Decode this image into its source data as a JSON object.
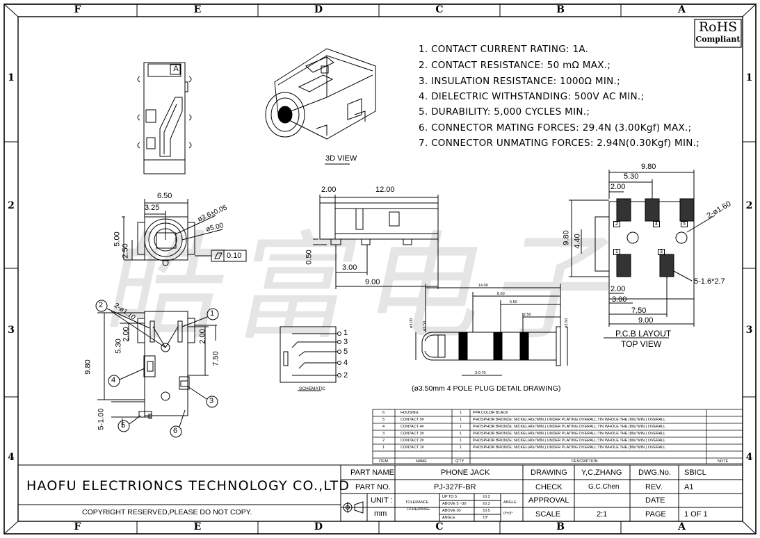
{
  "zones_top": [
    "F",
    "E",
    "D",
    "C",
    "B",
    "A"
  ],
  "zones_bottom": [
    "F",
    "E",
    "D",
    "C",
    "B",
    "A"
  ],
  "rows": [
    "1",
    "2",
    "3",
    "4"
  ],
  "rohs": {
    "line1": "RoHS",
    "line2": "Compliant"
  },
  "watermark": "皓富电子",
  "notes": [
    "1. CONTACT CURRENT RATING: 1A.",
    "2. CONTACT RESISTANCE: 50 mΩ MAX.;",
    "3. INSULATION RESISTANCE: 1000Ω MIN.;",
    "4. DIELECTRIC WITHSTANDING: 500V AC MIN.;",
    "5. DURABILITY: 5,000 CYCLES MIN.;",
    "6. CONNECTOR MATING FORCES: 29.4N (3.00Kgf) MAX.;",
    "7. CONNECTOR UNMATING FORCES: 2.94N(0.30Kgf) MIN.;"
  ],
  "views": {
    "view_3d": "3D VIEW",
    "schematic": "SCHEMATIC",
    "pcb_title": "P.C.B LAYOUT",
    "pcb_sub": "TOP VIEW",
    "plug_caption": "(ø3.50mm 4 POLE PLUG DETAIL DRAWING)",
    "a_marker": "A"
  },
  "dims": {
    "front_650": "6.50",
    "front_325": "3.25",
    "front_d36": "ø3.6±0.05",
    "front_d5": "ø5.00",
    "front_500": "5.00",
    "front_250": "2.50",
    "flatness": "0.10",
    "side_200": "2.00",
    "side_1200": "12.00",
    "side_050": "0.50",
    "side_300": "3.00",
    "side_900": "9.00",
    "bot_hole": "2-ø1.10",
    "bot_530": "5.30",
    "bot_200": "2.00",
    "bot_980": "9.80",
    "bot_750": "7.50",
    "bot_200b": "2.00",
    "bot_5_100": "5-1.00",
    "plug_1400": "14.00",
    "plug_850": "8.50",
    "plug_550": "5.50",
    "plug_250": "2.50",
    "plug_d30": "ø3.00",
    "plug_d250": "ø2.50",
    "plug_d350": "ø3.50",
    "plug_3_070": "3-0.70",
    "pcb_980": "9.80",
    "pcb_530": "5.30",
    "pcb_200": "2.00",
    "pcb_hole": "2-ø1.60",
    "pcb_980v": "9.80",
    "pcb_440": "4.40",
    "pcb_slot": "5-1.6*2.7",
    "pcb_200b": "2.00",
    "pcb_300": "3.00",
    "pcb_750": "7.50",
    "pcb_900": "9.00",
    "pad_nums": [
      "2",
      "4",
      "5",
      "1",
      "3"
    ],
    "schematic_pins": [
      "1",
      "3",
      "5",
      "4",
      "2"
    ],
    "balloons": [
      "2",
      "1",
      "4",
      "3",
      "5",
      "6"
    ]
  },
  "bom": {
    "rows": [
      [
        "6",
        "HOUSING",
        "1",
        "PPA  COLOR  BLACK"
      ],
      [
        "5",
        "CONTACT 5#",
        "1",
        "PHOSPHOR BRONZE;  NICKEL(40u\"MIN.)  UNDER  PLATING OVERALL;TIN  WHOLE  THE  (80u\"MIN.)  OVERALL"
      ],
      [
        "4",
        "CONTACT 4#",
        "1",
        "PHOSPHOR BRONZE;  NICKEL(40u\"MIN.)  UNDER  PLATING OVERALL;TIN  WHOLE  THE  (80u\"MIN.)  OVERALL"
      ],
      [
        "3",
        "CONTACT 3#",
        "1",
        "PHOSPHOR BRONZE;  NICKEL(40u\"MIN.)  UNDER  PLATING OVERALL;TIN  WHOLE  THE  (80u\"MIN.)  OVERALL"
      ],
      [
        "2",
        "CONTACT 2#",
        "1",
        "PHOSPHOR BRONZE;  NICKEL(40u\"MIN.)  UNDER  PLATING OVERALL;TIN  WHOLE  THE  (80u\"MIN.)  OVERALL"
      ],
      [
        "1",
        "CONTACT 1#",
        "1",
        "PHOSPHOR BRONZE;  NICKEL(40u\"MIN.)  UNDER  PLATING OVERALL;TIN  WHOLE  THE  (80u\"MIN.)  OVERALL"
      ]
    ],
    "header": [
      "ITEM",
      "NAME",
      "Q'TY",
      "DESCRIPTION",
      "NOTE"
    ]
  },
  "title_block": {
    "company": "HAOFU ELECTRIONCS TECHNOLOGY CO.,LTD",
    "copyright": "COPYRIGHT RESERVED,PLEASE DO NOT COPY.",
    "part_name_label": "PART NAME",
    "part_name": "PHONE JACK",
    "part_no_label": "PART NO.",
    "part_no": "PJ-327F-BR",
    "unit_label": "UNIT :",
    "unit": "mm",
    "tol_label1": "TOLERANCE",
    "tol_label2": "OTHERWISE",
    "tol_r1a": "UP TO 5",
    "tol_r1b": "±0.2",
    "tol_r2a": "ABOVE 5 ~30",
    "tol_r2b": "±0.3",
    "tol_r3a": "ABOVE 30",
    "tol_r3b": "±0.5",
    "tol_r4a": "ANGLE",
    "tol_r4b": "±3°",
    "angle_label": "ANGLE",
    "angle_val": "0°±3°",
    "drawing_label": "DRAWING",
    "drawing": "Y,C,ZHANG",
    "check_label": "CHECK",
    "check": "G.C.Chen",
    "approval_label": "APPROVAL",
    "approval": "",
    "scale_label": "SCALE",
    "scale": "2:1",
    "dwg_no_label": "DWG.No.",
    "dwg_no": "SBICL",
    "rev_label": "REV.",
    "rev": "A1",
    "date_label": "DATE",
    "date": "",
    "page_label": "PAGE",
    "page": "1 OF 1"
  }
}
